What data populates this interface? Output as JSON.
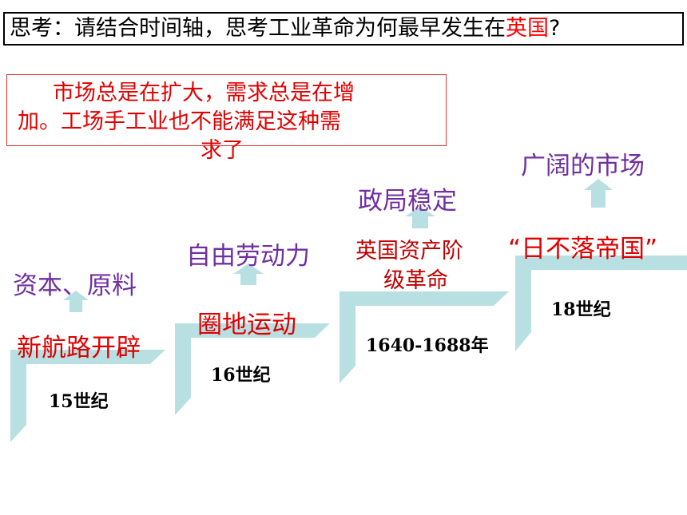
{
  "question": {
    "prefix": "思考：请结合时间轴，思考工业革命为何最早发生在",
    "highlight": "英国",
    "suffix": "?"
  },
  "note": {
    "line1": "市场总是在扩大，需求总是在增",
    "line2": "加。工场手工业也不能满足这种需",
    "line3": "求了"
  },
  "steps": [
    {
      "century": "15世纪",
      "event": "新航路开辟",
      "result": "资本、原料"
    },
    {
      "century": "16世纪",
      "event": "圈地运动",
      "result": "自由劳动力"
    },
    {
      "century": "1640-1688年",
      "event_line1": "英国资产阶",
      "event_line2": "级革命",
      "result": "政局稳定"
    },
    {
      "century": "18世纪",
      "event": "“日不落帝国”",
      "result": "广阔的市场"
    }
  ],
  "colors": {
    "stair": "#b8e0e2",
    "event": "#e00000",
    "result": "#7030a0"
  }
}
